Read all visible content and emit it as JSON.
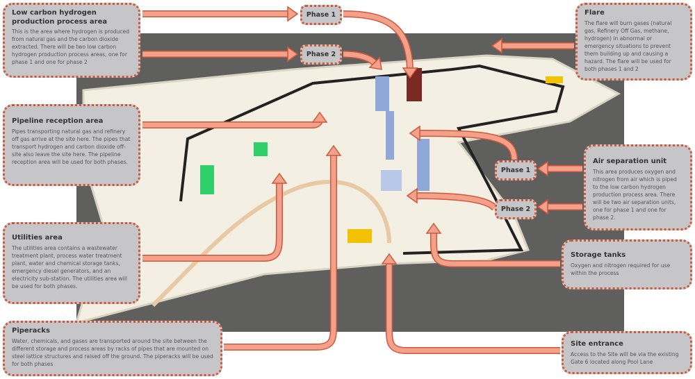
{
  "colors": {
    "arrow_fill": "#f4a18b",
    "arrow_outline": "#d0573a",
    "box_fill": "#c6c6c8",
    "backdrop": "#5f605d",
    "site": "#f3efe2"
  },
  "callouts": {
    "hydrogen": {
      "title": "Low carbon hydrogen production process area",
      "text": "This is the area where hydrogen is produced from natural gas and the carbon dioxide extracted. There will be two low carbon hydrogen production process areas, one for phase 1 and one for phase 2"
    },
    "pipeline": {
      "title": "Pipeline reception area",
      "text": "Pipes transporting natural gas and refinery off gas arrive at the site here. The pipes that transport hydrogen and carbon dioxide off-site also leave the site here. The pipeline reception area will be used for both phases."
    },
    "utilities": {
      "title": "Utilities area",
      "text": "The utilities area contains a wastewater treatment plant, process water treatment plant, water and chemical storage tanks, emergency diesel generators, and an electricity sub-station. The utilities area will be used for both phases."
    },
    "piperacks": {
      "title": "Piperacks",
      "text": "Water, chemicals, and gases are transported around the site between the different storage and process areas by racks of pipes that are mounted on steel lattice structures and raised off the ground. The piperacks will be used for both phases"
    },
    "flare": {
      "title": "Flare",
      "text": "The flare will burn gases (natural gas, Refinery Off Gas, methane, hydrogen) in abnormal or emergency situations to prevent them building up and causing a hazard. The flare will be used for both phases 1 and 2"
    },
    "air": {
      "title": "Air separation unit",
      "text": "This area produces oxygen and nitrogen from air which is piped to the low carbon hydrogen production process area. There will be two air separation units, one for phase 1 and one for phase 2."
    },
    "storage": {
      "title": "Storage tanks",
      "text": "Oxygen and nitrogen required for use within the process"
    },
    "entrance": {
      "title": "Site entrance",
      "text": "Access to the Site will be via the existing Gate 6 located along Pool Lane"
    }
  },
  "phases": {
    "top1": "Phase 1",
    "top2": "Phase 2",
    "right1": "Phase 1",
    "right2": "Phase 2"
  }
}
